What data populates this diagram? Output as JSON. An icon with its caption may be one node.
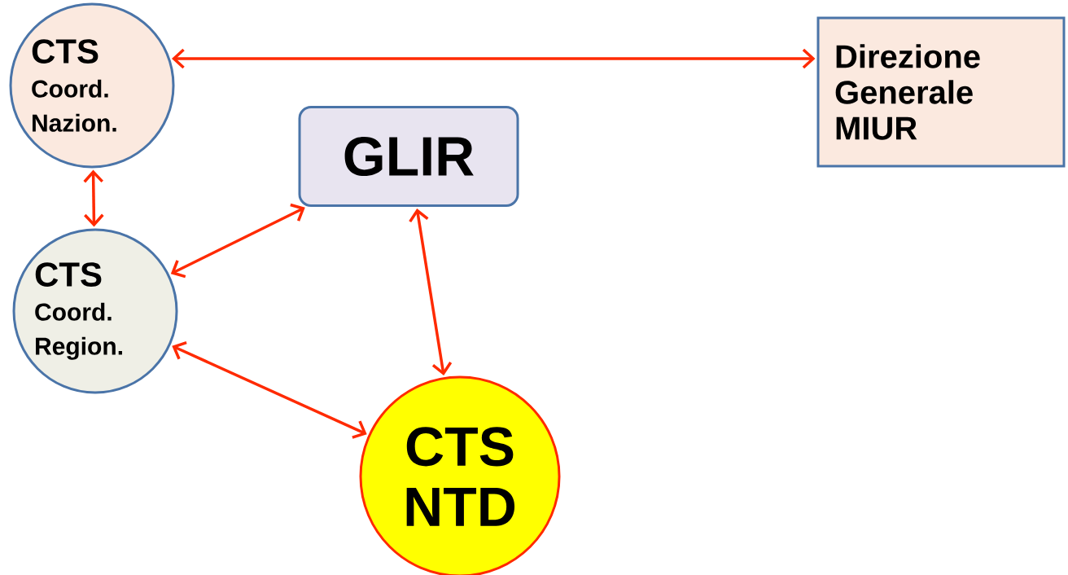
{
  "diagram": {
    "nodes": [
      {
        "text": [
          "CTS",
          "Coord. Nazion."
        ]
      },
      {
        "text": [
          "Direzione Generale MIUR"
        ]
      },
      {
        "text": [
          "GLIR"
        ]
      },
      {
        "text": [
          "CTS",
          "Coord. Region."
        ]
      },
      {
        "text": [
          "CTS NTD"
        ]
      }
    ],
    "edges": [
      {
        "from": 0,
        "to": 1,
        "arrow": "both"
      },
      {
        "from": 0,
        "to": 3,
        "arrow": "both"
      },
      {
        "from": 2,
        "to": 3,
        "arrow": "both"
      },
      {
        "from": 2,
        "to": 4,
        "arrow": "both"
      },
      {
        "from": 3,
        "to": 4,
        "arrow": "both"
      }
    ]
  }
}
